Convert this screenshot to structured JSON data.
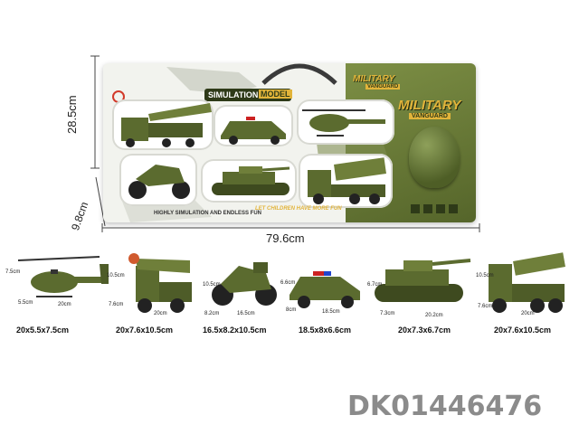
{
  "brand_badge": {
    "line1": "SIMULATION",
    "line2": "MODEL"
  },
  "title_top": {
    "line1": "MILITARY",
    "line2": "VANGUARD"
  },
  "title_main": {
    "line1": "MILITARY",
    "line2": "VANGUARD"
  },
  "tagline": "LET CHILDREN HAVE MORE FUN",
  "footer_line": "HIGHLY SIMULATION AND ENDLESS FUN",
  "box_dims": {
    "height": "28.5cm",
    "depth": "9.8cm",
    "width": "79.6cm"
  },
  "items": [
    {
      "name": "helicopter",
      "size": "20x5.5x7.5cm",
      "dim_h": "7.5cm",
      "dim_l": "20cm",
      "dim_w": "5.5cm"
    },
    {
      "name": "rocket-truck",
      "size": "20x7.6x10.5cm",
      "dim_h": "10.5cm",
      "dim_l": "20cm",
      "dim_w": "7.6cm"
    },
    {
      "name": "motorcycle",
      "size": "16.5x8.2x10.5cm",
      "dim_h": "10.5cm",
      "dim_l": "16.5cm",
      "dim_w": "8.2cm"
    },
    {
      "name": "police-car",
      "size": "18.5x8x6.6cm",
      "dim_h": "6.6cm",
      "dim_l": "18.5cm",
      "dim_w": "8cm"
    },
    {
      "name": "tank",
      "size": "20x7.3x6.7cm",
      "dim_h": "6.7cm",
      "dim_l": "20.2cm",
      "dim_w": "7.3cm"
    },
    {
      "name": "missile-truck",
      "size": "20x7.6x10.5cm",
      "dim_h": "10.5cm",
      "dim_l": "20cm",
      "dim_w": "7.6cm"
    }
  ],
  "product_code": "DK01446476",
  "colors": {
    "olive": "#5b6b2f",
    "olive_dark": "#3e4a1f",
    "olive_light": "#8a9b4c",
    "gold": "#e2b43a"
  }
}
